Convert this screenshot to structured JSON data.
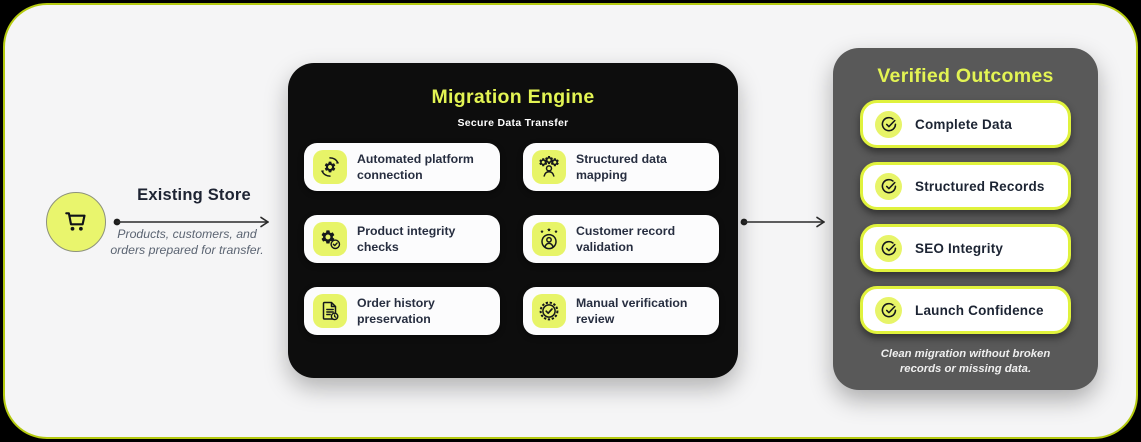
{
  "source": {
    "title": "Existing Store",
    "subtitle": "Products, customers, and orders prepared for transfer.",
    "icon": "shopping-cart-icon"
  },
  "engine": {
    "title": "Migration Engine",
    "subtitle": "Secure Data Transfer",
    "features": [
      {
        "label": "Automated platform connection",
        "icon": "automation-gear-icon"
      },
      {
        "label": "Structured data mapping",
        "icon": "gears-person-icon"
      },
      {
        "label": "Product integrity checks",
        "icon": "gear-check-icon"
      },
      {
        "label": "Customer record validation",
        "icon": "customer-stars-icon"
      },
      {
        "label": "Order history preservation",
        "icon": "document-clock-icon"
      },
      {
        "label": "Manual verification review",
        "icon": "badge-check-icon"
      }
    ]
  },
  "outcomes": {
    "title": "Verified Outcomes",
    "items": [
      {
        "label": "Complete Data",
        "icon": "verified-check-icon"
      },
      {
        "label": "Structured Records",
        "icon": "verified-check-icon"
      },
      {
        "label": "SEO Integrity",
        "icon": "verified-check-icon"
      },
      {
        "label": "Launch Confidence",
        "icon": "verified-check-icon"
      }
    ],
    "footer": "Clean migration without broken records or missing data."
  },
  "colors": {
    "accent_yellow": "#e3f453",
    "tile_yellow": "#e7f468",
    "engine_bg": "#0d0d0d",
    "outcomes_bg": "#595959",
    "canvas_bg": "#f5f5f6",
    "canvas_border": "#b5ca10",
    "text_dark": "#1e2433",
    "outer_bg": "#000000"
  }
}
